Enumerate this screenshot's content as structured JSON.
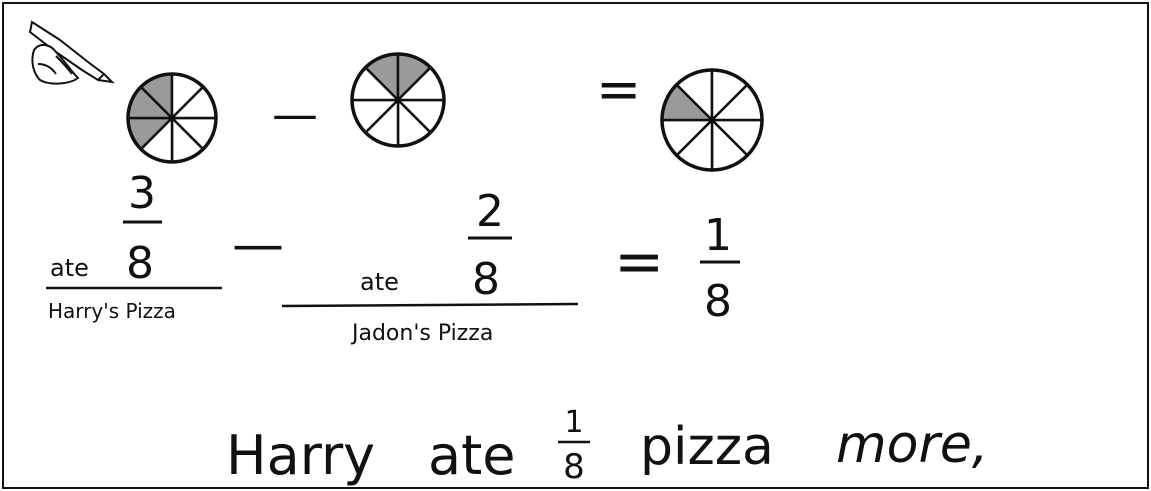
{
  "equation": {
    "minus_1": "—",
    "minus_2": "—",
    "equals_1": "=",
    "equals_2": "="
  },
  "left_term": {
    "numerator": "3",
    "denominator": "8",
    "prefix": "ate",
    "caption": "Harry's Pizza"
  },
  "middle_term": {
    "numerator": "2",
    "denominator": "8",
    "prefix": "ate",
    "caption": "Jadon's Pizza"
  },
  "result_term": {
    "numerator": "1",
    "denominator": "8"
  },
  "conclusion": {
    "word_1": "Harry",
    "word_2": "ate",
    "numerator": "1",
    "denominator": "8",
    "word_3": "pizza",
    "word_4": "more,"
  },
  "pizzas": {
    "left_slices": 8,
    "left_shaded": 3,
    "middle_slices": 8,
    "middle_shaded": 2,
    "result_slices": 8,
    "result_shaded": 1
  },
  "icon": "pencil-writing-hand-icon"
}
